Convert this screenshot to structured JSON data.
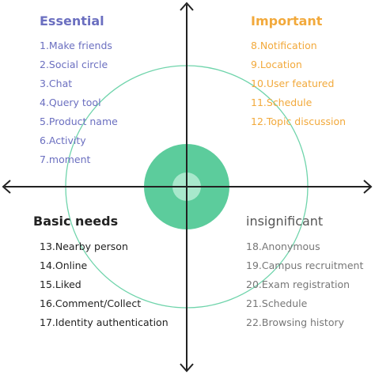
{
  "colors": {
    "essential": "#6b6fc0",
    "important": "#f2a93b",
    "basic": "#222222",
    "insignificant": "#777777",
    "ring": "#6fd4ab",
    "core": "#5ccc9c",
    "core_inner": "#a8e8cc",
    "axis": "#222222"
  },
  "quadrants": {
    "essential": {
      "title": "Essential",
      "items": [
        "1.Make friends",
        "2.Social circle",
        "3.Chat",
        "4.Query tool",
        "5.Product name",
        "6.Activity",
        "7.moment"
      ]
    },
    "important": {
      "title": "Important",
      "items": [
        "8.Notification",
        "9.Location",
        "10.User featured",
        "11.Schedule",
        "12.Topic discussion"
      ]
    },
    "basic": {
      "title": "Basic needs",
      "items": [
        "13.Nearby person",
        "14.Online",
        "15.Liked",
        "16.Comment/Collect",
        "17.Identity authentication"
      ]
    },
    "insignificant": {
      "title": "insignificant",
      "items": [
        "18.Anonymous",
        "19.Campus recruitment",
        "20.Exam registration",
        "21.Schedule",
        "22.Browsing history"
      ]
    }
  }
}
